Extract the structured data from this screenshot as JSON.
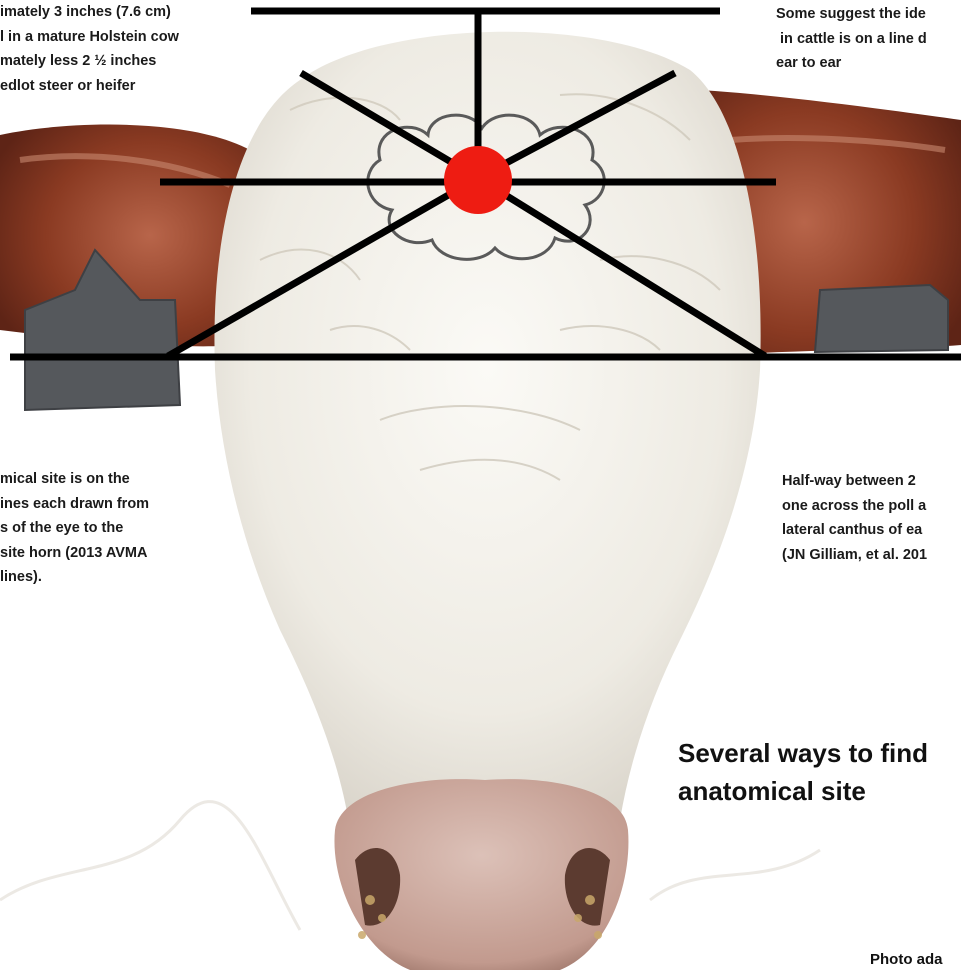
{
  "notes": {
    "top_left": {
      "lines": [
        "imately  3 inches (7.6 cm)",
        "l in a mature Holstein cow",
        "mately less 2 ½ inches",
        "edlot steer or heifer"
      ]
    },
    "top_right": {
      "lines": [
        "Some suggest the ide",
        " in cattle is on a line d",
        "ear to ear"
      ]
    },
    "mid_left": {
      "lines": [
        "mical site is on the",
        "ines each drawn from",
        "s of the eye to the",
        "site horn (2013  AVMA",
        "lines)."
      ]
    },
    "mid_right": {
      "lines": [
        "Half-way between 2",
        "one across the poll a",
        "lateral canthus of ea",
        "(JN Gilliam, et al. 201"
      ]
    }
  },
  "heading": {
    "lines": [
      "Several ways to find",
      "anatomical site"
    ]
  },
  "credit": "Photo ada",
  "colors": {
    "guide_lines": "#000000",
    "target_dot": "#ee1c12",
    "cowlick_outline": "#5a5a5a",
    "coat_white": "#f1efe9",
    "coat_red_brown": "#8a3a22",
    "muzzle": "#c9a89e",
    "ear_tag": "#55585c"
  },
  "image": {
    "subject": "hereford-cow-face",
    "markers": [
      "target-dot",
      "cowlick-outline",
      "guide-lines"
    ]
  }
}
